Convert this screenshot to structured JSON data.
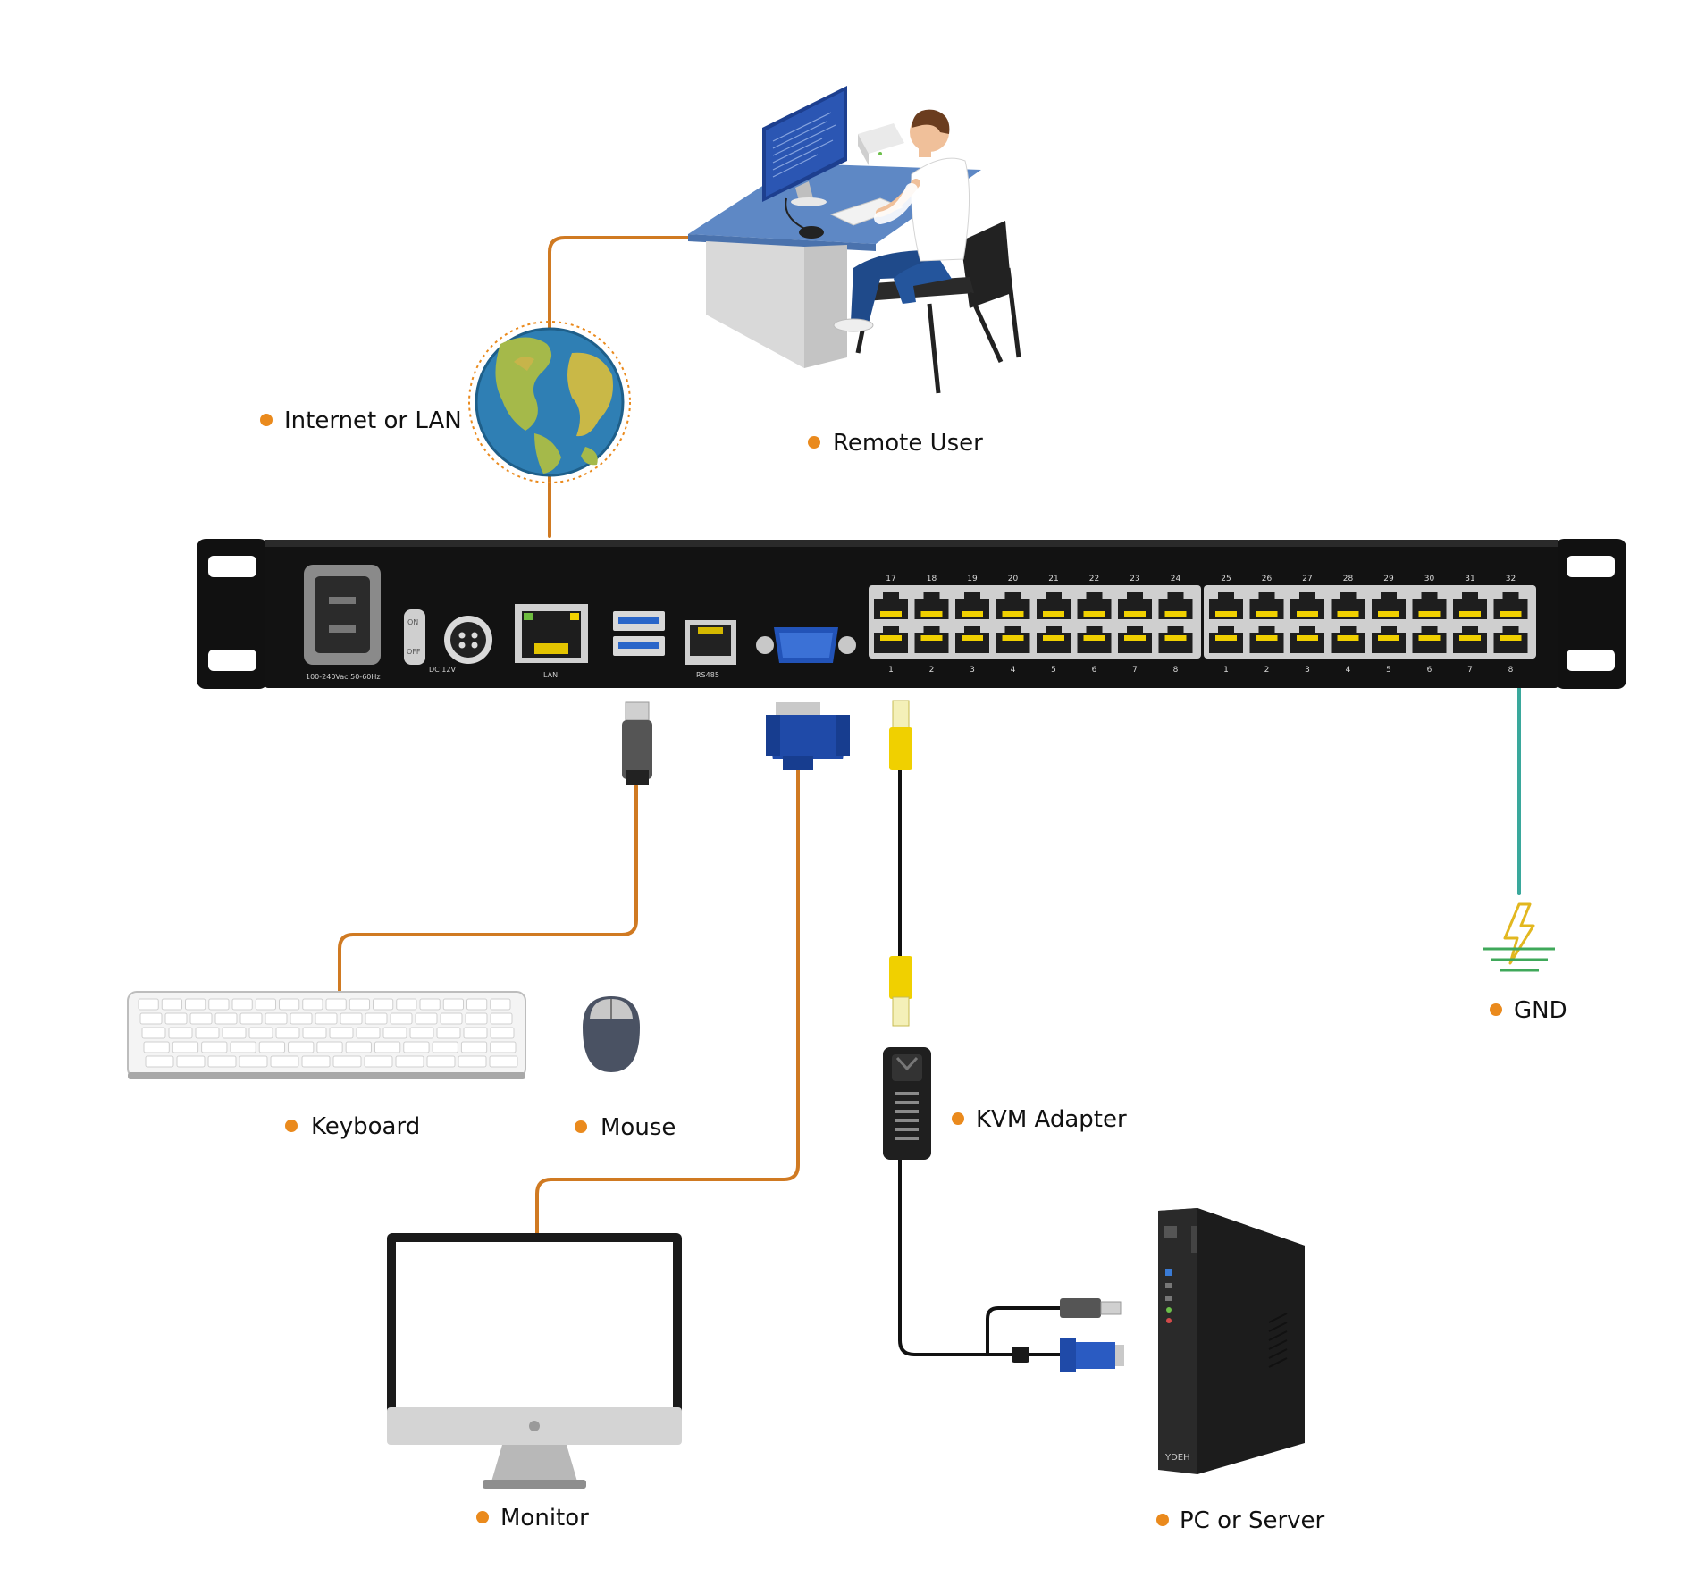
{
  "colors": {
    "accent": "#ea8a1d",
    "cable": "#d07a22",
    "ground": "#3aa89c",
    "chassis": "#111111",
    "vga": "#1f4aa8",
    "rj45_plug": "#f0d000"
  },
  "labels": {
    "internet": "Internet or LAN",
    "remote_user": "Remote User",
    "keyboard": "Keyboard",
    "mouse": "Mouse",
    "monitor": "Monitor",
    "kvm_adapter": "KVM Adapter",
    "pc_server": "PC or Server",
    "gnd": "GND"
  },
  "device": {
    "power_rating": "100-240Vac 50-60Hz",
    "switch_on": "ON",
    "switch_off": "OFF",
    "dc_label": "DC 12V",
    "lan_label": "LAN",
    "rs485_label": "RS485",
    "top_port_numbers": [
      "17",
      "18",
      "19",
      "20",
      "21",
      "22",
      "23",
      "24",
      "25",
      "26",
      "27",
      "28",
      "29",
      "30",
      "31",
      "32"
    ],
    "bottom_port_numbers": [
      "1",
      "2",
      "3",
      "4",
      "5",
      "6",
      "7",
      "8",
      "1",
      "2",
      "3",
      "4",
      "5",
      "6",
      "7",
      "8"
    ]
  },
  "pc_brand": "YDEH"
}
